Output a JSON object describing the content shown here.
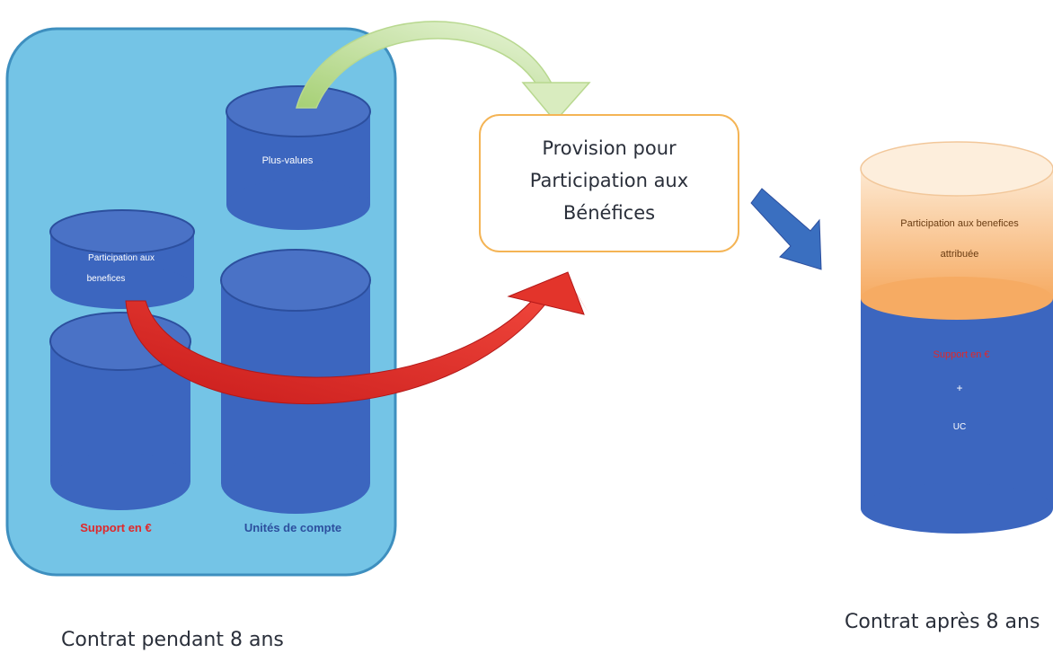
{
  "left_panel": {
    "plus_values_label": "Plus-values",
    "participation_label_line1": "Participation aux",
    "participation_label_line2": "benefices",
    "support_euro_label": "Support en €",
    "unites_compte_label": "Unités de compte"
  },
  "provision_box": {
    "line1": "Provision pour",
    "line2": "Participation aux",
    "line3": "Bénéfices"
  },
  "right_cylinder": {
    "top_label_line1": "Participation aux benefices",
    "top_label_line2": "attribuée",
    "support_label": "Support en €",
    "plus_sign": "+",
    "uc_label": "UC"
  },
  "captions": {
    "left": "Contrat pendant 8 ans",
    "right": "Contrat après  8 ans"
  },
  "colors": {
    "panel_fill": "#74c4e6",
    "panel_stroke": "#3e8fbf",
    "cylinder_fill": "#3c66bf",
    "cylinder_dark": "#2c4f9e",
    "red_arrow": "#e3342b",
    "green_arrow": "#c6e3a2",
    "orange_box_border": "#f4b455",
    "peach_top": "#f9c58c",
    "support_red": "#e0282a"
  }
}
